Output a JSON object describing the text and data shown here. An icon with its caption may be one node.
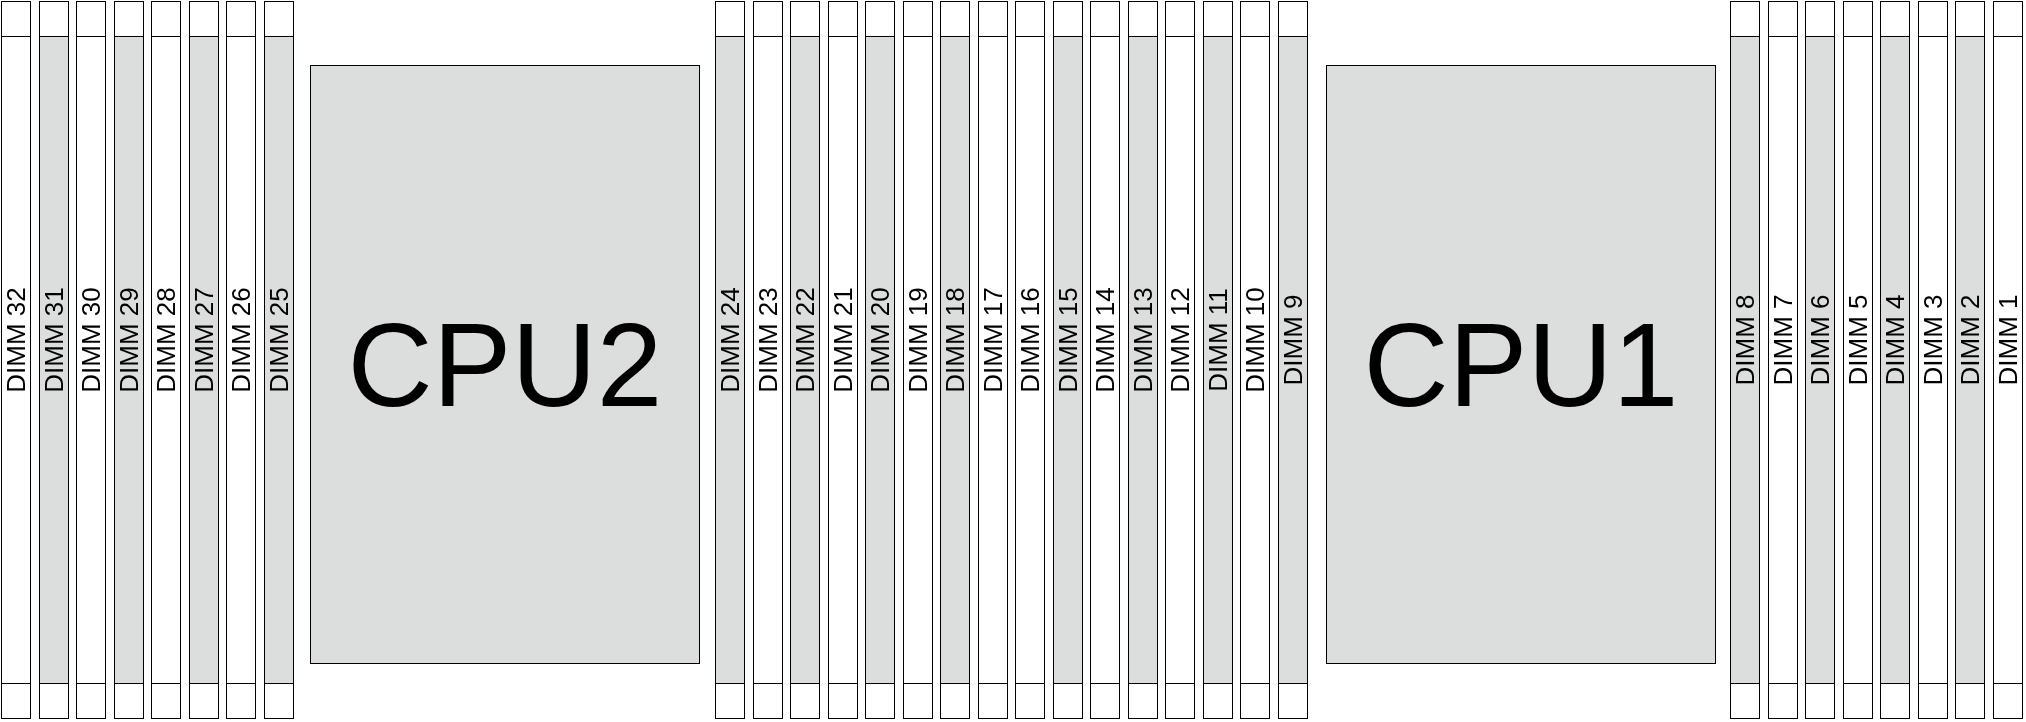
{
  "diagram": {
    "nodes": [
      {
        "text": [
          "DIMM 32"
        ]
      },
      {
        "text": [
          "DIMM 31"
        ]
      },
      {
        "text": [
          "DIMM 30"
        ]
      },
      {
        "text": [
          "DIMM 29"
        ]
      },
      {
        "text": [
          "DIMM 28"
        ]
      },
      {
        "text": [
          "DIMM 27"
        ]
      },
      {
        "text": [
          "DIMM 26"
        ]
      },
      {
        "text": [
          "DIMM 25"
        ]
      },
      {
        "text": [
          "CPU2"
        ]
      },
      {
        "text": [
          "DIMM 24"
        ]
      },
      {
        "text": [
          "DIMM 23"
        ]
      },
      {
        "text": [
          "DIMM 22"
        ]
      },
      {
        "text": [
          "DIMM 21"
        ]
      },
      {
        "text": [
          "DIMM 20"
        ]
      },
      {
        "text": [
          "DIMM 19"
        ]
      },
      {
        "text": [
          "DIMM 18"
        ]
      },
      {
        "text": [
          "DIMM 17"
        ]
      },
      {
        "text": [
          "DIMM 16"
        ]
      },
      {
        "text": [
          "DIMM 15"
        ]
      },
      {
        "text": [
          "DIMM 14"
        ]
      },
      {
        "text": [
          "DIMM 13"
        ]
      },
      {
        "text": [
          "DIMM 12"
        ]
      },
      {
        "text": [
          "DIMM 11"
        ]
      },
      {
        "text": [
          "DIMM 10"
        ]
      },
      {
        "text": [
          "DIMM 9"
        ]
      },
      {
        "text": [
          "CPU1"
        ]
      },
      {
        "text": [
          "DIMM 8"
        ]
      },
      {
        "text": [
          "DIMM 7"
        ]
      },
      {
        "text": [
          "DIMM 6"
        ]
      },
      {
        "text": [
          "DIMM 5"
        ]
      },
      {
        "text": [
          "DIMM 4"
        ]
      },
      {
        "text": [
          "DIMM 3"
        ]
      },
      {
        "text": [
          "DIMM 2"
        ]
      },
      {
        "text": [
          "DIMM 1"
        ]
      }
    ]
  }
}
